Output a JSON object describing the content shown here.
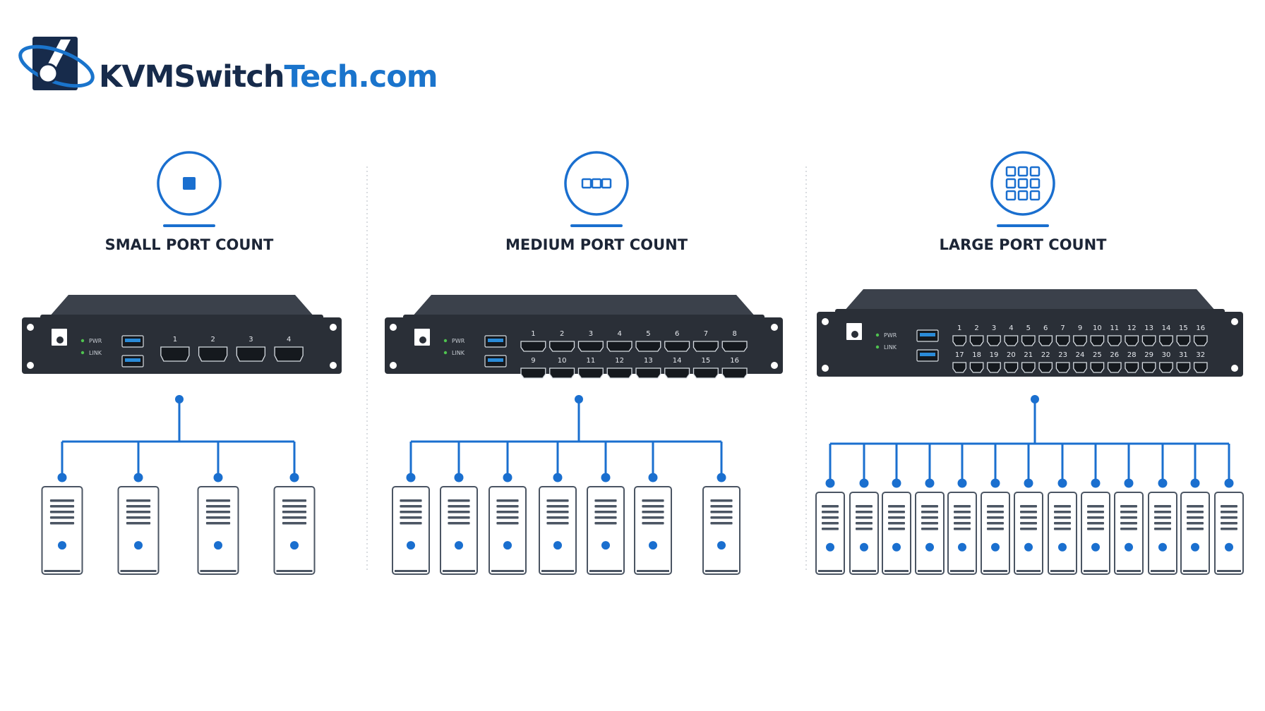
{
  "brand": {
    "name_dark": "KVMSwitch",
    "name_blue": "Tech.com",
    "colors": {
      "dark": "#172b4b",
      "blue": "#1a74cc"
    },
    "logo_icon": "kvm-logo-icon"
  },
  "colors": {
    "accent": "#1a6fcf",
    "chassis": "#2a2f37",
    "chassis_top": "#3b414b",
    "port_outline": "#d8dde3",
    "usb_blue": "#2a8bd8",
    "led_green": "#4fc34f",
    "divider": "#c9cdd2"
  },
  "columns": [
    {
      "title": "SMALL PORT COUNT",
      "icon": "single-square-icon",
      "led_labels": [
        "PWR",
        "LINK"
      ],
      "ports_top": [
        "1",
        "2",
        "3",
        "4"
      ],
      "ports_bottom": [],
      "server_count": 4
    },
    {
      "title": "MEDIUM PORT COUNT",
      "icon": "three-squares-icon",
      "led_labels": [
        "PWR",
        "LINK"
      ],
      "ports_top": [
        "1",
        "2",
        "3",
        "4",
        "5",
        "6",
        "7",
        "8"
      ],
      "ports_bottom": [
        "9",
        "10",
        "11",
        "12",
        "13",
        "14",
        "15",
        "16"
      ],
      "server_count": 7
    },
    {
      "title": "LARGE PORT COUNT",
      "icon": "grid-squares-icon",
      "led_labels": [
        "PWR",
        "LINK"
      ],
      "ports_top": [
        "1",
        "2",
        "3",
        "4",
        "5",
        "6",
        "7",
        "9",
        "10",
        "11",
        "12",
        "13",
        "14",
        "15",
        "16"
      ],
      "ports_bottom": [
        "17",
        "18",
        "19",
        "20",
        "21",
        "22",
        "23",
        "24",
        "25",
        "26",
        "28",
        "29",
        "30",
        "31",
        "32"
      ],
      "server_count": 13
    }
  ]
}
